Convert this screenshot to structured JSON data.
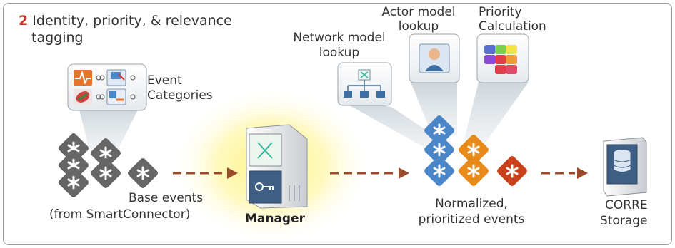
{
  "step": {
    "number": "2",
    "title_line1": "Identity, priority, & relevance",
    "title_line2": "tagging"
  },
  "labels": {
    "event_categories_line1": "Event",
    "event_categories_line2": "Categories",
    "network_model_line1": "Network model",
    "network_model_line2": "lookup",
    "actor_model_line1": "Actor model",
    "actor_model_line2": "lookup",
    "priority_calc_line1": "Priority",
    "priority_calc_line2": "Calculation",
    "base_events_line1": "Base events",
    "base_events_line2": "(from SmartConnector)",
    "manager": "Manager",
    "normalized_line1": "Normalized,",
    "normalized_line2": "prioritized events",
    "storage_line1": "CORRE",
    "storage_line2": "Storage"
  },
  "colors": {
    "grey_event": "#666666",
    "blue_event": "#4a86c8",
    "orange_event": "#e88a1a",
    "red_event": "#c8401c",
    "arrow": "#9b4a2a",
    "manager_glow": "#fff27a"
  },
  "icons": {
    "event_categories": [
      "heartbeat-icon",
      "monitor-icon",
      "worm-icon",
      "user-transfer-icon"
    ],
    "network": "network-tree-icon",
    "actor": "user-icon",
    "priority": "color-blocks-icon",
    "manager": "server-icon",
    "storage": "database-icon"
  }
}
